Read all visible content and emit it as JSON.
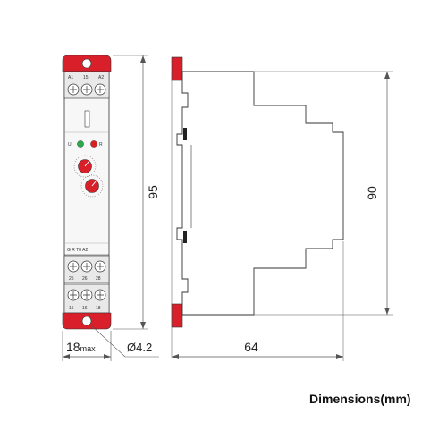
{
  "caption": "Dimensions(mm)",
  "front_view": {
    "top_terminal_labels": [
      "A1",
      "15",
      "A2"
    ],
    "led_labels": [
      "U",
      "R"
    ],
    "model_text": "G R T8 A2",
    "middle_terminal_labels": [
      "25",
      "26",
      "28"
    ],
    "bottom_terminal_labels": [
      "15",
      "16",
      "18"
    ]
  },
  "dimensions": {
    "height_front": "95",
    "height_side": "90",
    "width_front": "18",
    "width_front_suffix": "max",
    "hole_diameter": "Ø4.2",
    "depth_side": "64"
  },
  "colors": {
    "clip_red": "#d9202a",
    "led_green": "#2aa84a",
    "led_red": "#d92020",
    "line": "#333333",
    "dim_line": "#555555"
  }
}
